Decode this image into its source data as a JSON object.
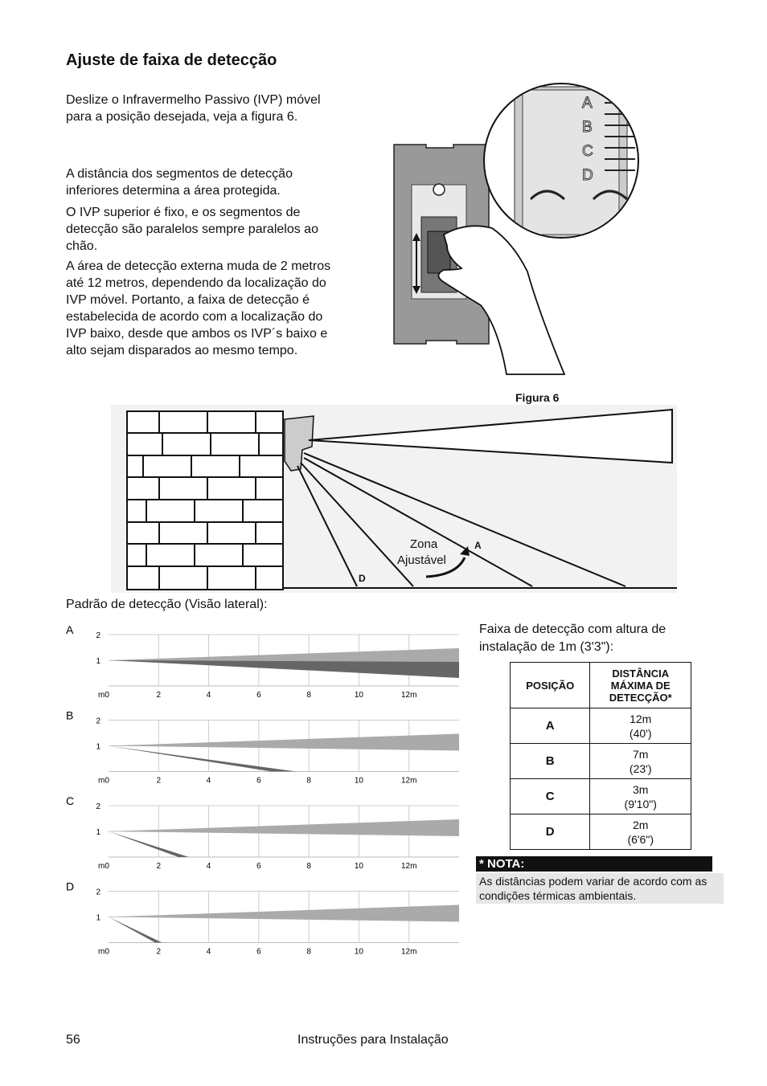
{
  "heading": "Ajuste de faixa de detecção",
  "paragraphs": [
    "Deslize o Infravermelho Passivo (IVP) móvel para a posição desejada, veja a figura 6.",
    "A distância dos segmentos de detecção inferiores determina a área protegida.",
    "O IVP superior é fixo, e os segmentos de detecção são paralelos sempre paralelos ao chão.",
    "A área de detecção externa muda de 2 metros até 12 metros, dependendo da localização do IVP móvel. Portanto, a faixa de detecção é estabelecida de acordo com a localização do IVP baixo, desde que ambos  os IVP´s baixo e alto sejam disparados ao mesmo tempo."
  ],
  "figure6": {
    "caption": "Figura 6",
    "positions": [
      "A",
      "B",
      "C",
      "D"
    ]
  },
  "side_view": {
    "zone_label_1": "Zona",
    "zone_label_2": "Ajustável",
    "beam_a": "A",
    "beam_d": "D"
  },
  "pattern_title": "Padrão de detecção (Visão lateral):",
  "chart_data": [
    {
      "type": "area",
      "label": "A",
      "x_ticks": [
        "m0",
        "2",
        "4",
        "6",
        "8",
        "10",
        "12m"
      ],
      "y_ticks": [
        "2",
        "1"
      ],
      "xlim": [
        0,
        14
      ],
      "ylim": [
        0,
        2
      ],
      "lower_beam_reach_m": 12
    },
    {
      "type": "area",
      "label": "B",
      "x_ticks": [
        "m0",
        "2",
        "4",
        "6",
        "8",
        "10",
        "12m"
      ],
      "y_ticks": [
        "2",
        "1"
      ],
      "xlim": [
        0,
        14
      ],
      "ylim": [
        0,
        2
      ],
      "lower_beam_reach_m": 7
    },
    {
      "type": "area",
      "label": "C",
      "x_ticks": [
        "m0",
        "2",
        "4",
        "6",
        "8",
        "10",
        "12m"
      ],
      "y_ticks": [
        "2",
        "1"
      ],
      "xlim": [
        0,
        14
      ],
      "ylim": [
        0,
        2
      ],
      "lower_beam_reach_m": 3
    },
    {
      "type": "area",
      "label": "D",
      "x_ticks": [
        "m0",
        "2",
        "4",
        "6",
        "8",
        "10",
        "12m"
      ],
      "y_ticks": [
        "2",
        "1"
      ],
      "xlim": [
        0,
        14
      ],
      "ylim": [
        0,
        2
      ],
      "lower_beam_reach_m": 2
    }
  ],
  "range_title": "Faixa de detecção com altura de instalação de 1m (3'3\"):",
  "table": {
    "header_pos": "POSIÇÃO",
    "header_dist_1": "DISTÂNCIA",
    "header_dist_2": "MÁXIMA DE",
    "header_dist_3": "DETECÇÃO*",
    "rows": [
      {
        "pos": "A",
        "m": "12m",
        "ft": "(40')"
      },
      {
        "pos": "B",
        "m": "7m",
        "ft": "(23')"
      },
      {
        "pos": "C",
        "m": "3m",
        "ft": "(9'10\")"
      },
      {
        "pos": "D",
        "m": "2m",
        "ft": "(6'6\")"
      }
    ]
  },
  "nota": {
    "title": "* NOTA:",
    "text": "As distâncias podem variar de acordo com as condições térmicas ambientais."
  },
  "footer": {
    "page_number": "56",
    "title": "Instruções para Instalação"
  }
}
